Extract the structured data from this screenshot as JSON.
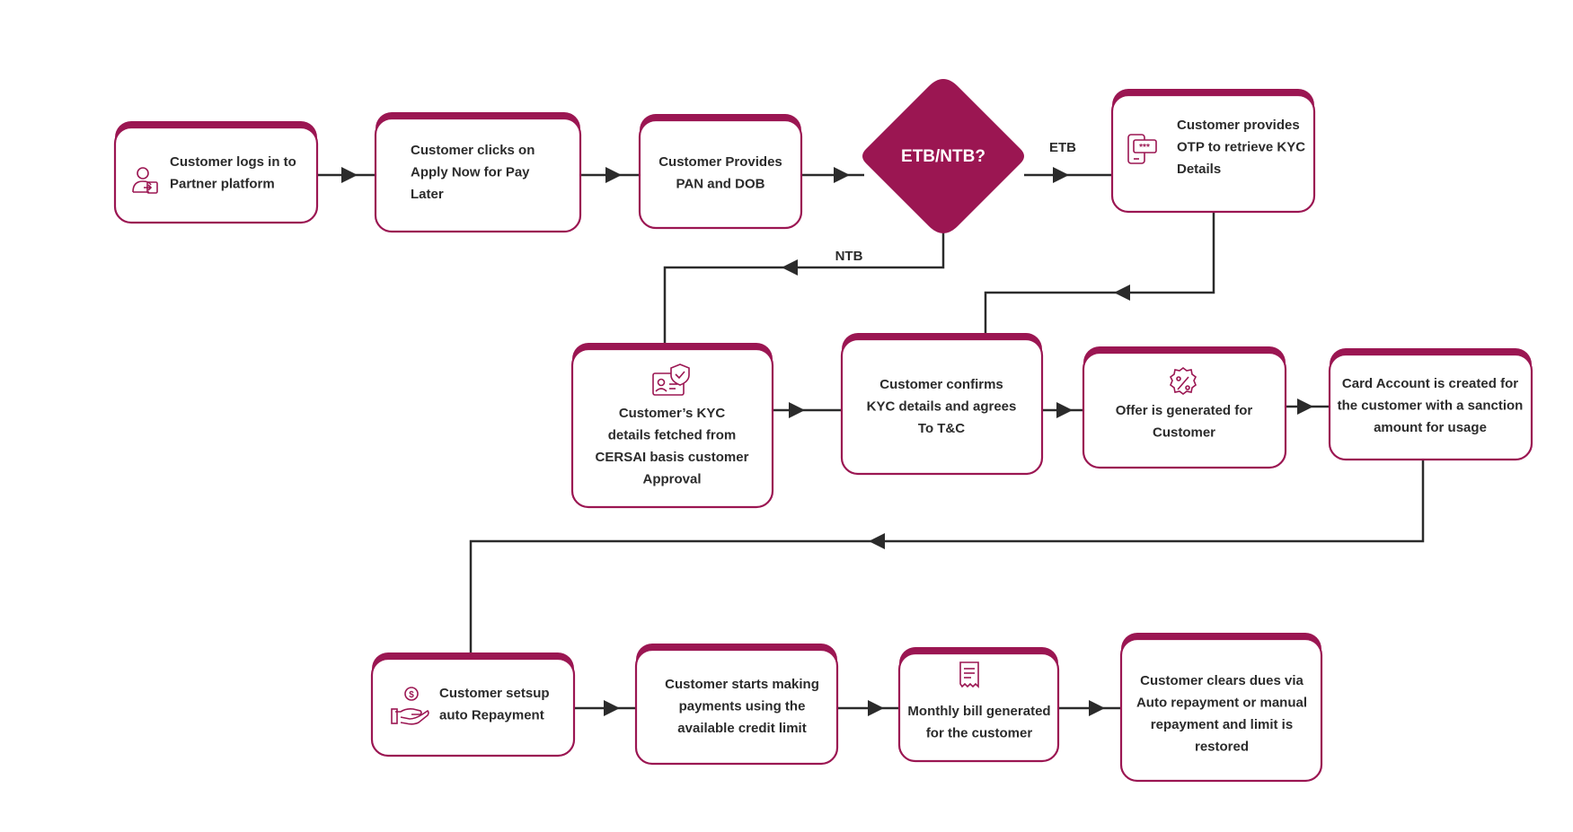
{
  "colors": {
    "accent": "#9b1652",
    "line": "#2b2b2b",
    "box_fill": "#ffffff"
  },
  "nodes": {
    "login": {
      "lines": [
        "Customer logs in to",
        "Partner platform"
      ],
      "icon": "user-login-icon"
    },
    "apply": {
      "lines": [
        "Customer clicks on",
        "Apply Now for Pay",
        "Later"
      ]
    },
    "pan": {
      "lines": [
        "Customer Provides",
        "PAN and DOB"
      ]
    },
    "decision": {
      "label": "ETB/NTB?"
    },
    "otp": {
      "lines": [
        "Customer provides",
        "OTP to retrieve KYC",
        "Details"
      ],
      "icon": "otp-phone-icon"
    },
    "kyc_fetch": {
      "lines": [
        "Customer’s KYC",
        "details fetched from",
        "CERSAI basis customer",
        "Approval"
      ],
      "icon": "id-card-shield-icon"
    },
    "confirm": {
      "lines": [
        "Customer confirms",
        "KYC details and agrees",
        "To T&C"
      ]
    },
    "offer": {
      "lines": [
        "Offer is generated for",
        "Customer"
      ],
      "icon": "percent-badge-icon"
    },
    "card": {
      "lines": [
        "Card Account is created for",
        "the customer with a sanction",
        "amount for usage"
      ]
    },
    "autorepay": {
      "lines": [
        "Customer setsup",
        "auto Repayment"
      ],
      "icon": "hand-money-icon"
    },
    "payments": {
      "lines": [
        "Customer starts making",
        "payments using the",
        "available credit limit"
      ]
    },
    "bill": {
      "lines": [
        "Monthly bill generated",
        "for the customer"
      ],
      "icon": "receipt-icon"
    },
    "clear": {
      "lines": [
        "Customer clears dues via",
        "Auto repayment or manual",
        "repayment and limit is",
        "restored"
      ]
    }
  },
  "edge_labels": {
    "etb": "ETB",
    "ntb": "NTB"
  }
}
